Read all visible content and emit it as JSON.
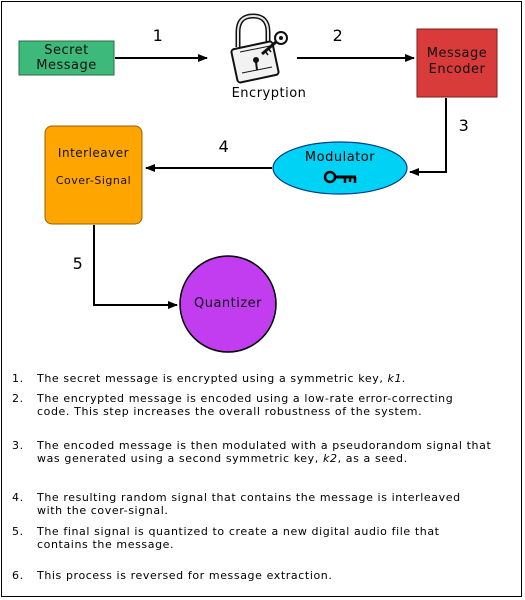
{
  "nodes": {
    "secret_message": {
      "label_line1": "Secret",
      "label_line2": "Message",
      "fill": "#3dba7a"
    },
    "encryption": {
      "label": "Encryption"
    },
    "message_encoder": {
      "label_line1": "Message",
      "label_line2": "Encoder",
      "fill": "#d93a3a"
    },
    "modulator": {
      "label": "Modulator",
      "fill": "#00d2f5"
    },
    "interleaver": {
      "label_line1": "Interleaver",
      "label_line2": "Cover-Signal",
      "fill": "#ffa500"
    },
    "quantizer": {
      "label": "Quantizer",
      "fill": "#c23cf0"
    }
  },
  "edges": [
    {
      "from": "secret_message",
      "to": "encryption",
      "label": "1"
    },
    {
      "from": "encryption",
      "to": "message_encoder",
      "label": "2"
    },
    {
      "from": "message_encoder",
      "to": "modulator",
      "label": "3"
    },
    {
      "from": "modulator",
      "to": "interleaver",
      "label": "4"
    },
    {
      "from": "interleaver",
      "to": "quantizer",
      "label": "5"
    }
  ],
  "icons": {
    "encryption": "padlock-with-key-icon",
    "modulator": "key-icon"
  },
  "steps": [
    {
      "number": "1.",
      "text": "The secret message is encrypted using a symmetric key, ",
      "italic": "k1."
    },
    {
      "number": "2.",
      "text": "The encrypted message is encoded using a low-rate error-correcting code.  This step increases the overall robustness of the system."
    },
    {
      "number": "3.",
      "text": "The encoded message is then modulated with a pseudorandom signal that was generated using a second symmetric key, ",
      "italic": "k2",
      "suffix": ", as a seed."
    },
    {
      "number": "4.",
      "text": "The resulting random signal that contains the message is interleaved with the cover-signal."
    },
    {
      "number": "5.",
      "text": "The final signal is quantized to create a new digital audio file that contains the message."
    },
    {
      "number": "6.",
      "text": "This process is reversed for message extraction."
    }
  ]
}
